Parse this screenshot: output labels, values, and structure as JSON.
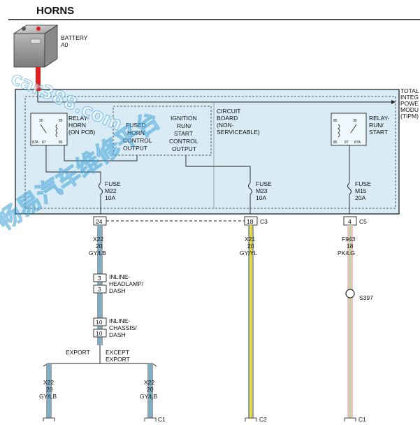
{
  "title": "HORNS",
  "battery": {
    "label": "BATTERY",
    "id": "A0"
  },
  "tipm": {
    "lines": [
      "TOTAL",
      "INTEG",
      "POWE",
      "MODU",
      "(TIPM)"
    ]
  },
  "relay_horn": {
    "label": [
      "RELAY-",
      "HORN",
      "(ON PCB)"
    ],
    "pins": [
      "30",
      "85",
      "87A",
      "87",
      "86"
    ]
  },
  "relay_run_start": {
    "label": [
      "RELAY-",
      "RUN/",
      "START"
    ],
    "pins": [
      "85",
      "30",
      "86",
      "87",
      "87A"
    ]
  },
  "fused_horn_output": [
    "FUSED",
    "HORN",
    "CONTROL",
    "OUTPUT"
  ],
  "ignition_output": [
    "IGNITION",
    "RUN/",
    "START",
    "CONTROL",
    "OUTPUT"
  ],
  "circuit_board": [
    "CIRCUIT",
    "BOARD",
    "(NON-",
    "SERVICEABLE)"
  ],
  "fuses": [
    {
      "label": "FUSE",
      "id": "M22",
      "rating": "10A"
    },
    {
      "label": "FUSE",
      "id": "M23",
      "rating": "10A"
    },
    {
      "label": "FUSE",
      "id": "M15",
      "rating": "20A"
    }
  ],
  "connectors": {
    "c3_pin24": "24",
    "c3_pin18": "18",
    "c3_name": "C3",
    "c5_pin": "4",
    "c5_name": "C5"
  },
  "wires": [
    {
      "circuit": "X22",
      "gauge": "20",
      "color": "GY/LB"
    },
    {
      "circuit": "X21",
      "gauge": "20",
      "color": "GY/YL"
    },
    {
      "circuit": "F943",
      "gauge": "18",
      "color": "PK/LG"
    }
  ],
  "inline_headlamp": {
    "pins": [
      "3",
      "3"
    ],
    "label": [
      "INLINE-",
      "HEADLAMP/",
      "DASH"
    ]
  },
  "inline_chassis": {
    "pins": [
      "10",
      "10"
    ],
    "label": [
      "INLINE-",
      "CHASSIS/",
      "DASH"
    ]
  },
  "splice": "S397",
  "branches": {
    "export": "EXPORT",
    "except_export": [
      "EXCEPT",
      "EXPORT"
    ]
  },
  "lower_wires": [
    {
      "circuit": "X22",
      "gauge": "20",
      "color": "GY/LB"
    },
    {
      "circuit": "X22",
      "gauge": "20",
      "color": "GY/LB"
    }
  ],
  "bottom_connectors": [
    "C1",
    "C2",
    "C1"
  ],
  "watermark": {
    "line1": "car388.com",
    "line2": "畅易汽车维修平台"
  },
  "colors": {
    "module_fill": "#d9ecf6",
    "wire_gy": "#9aa4a8",
    "wire_lb": "#6fb4d6",
    "wire_yl": "#f2e01a",
    "wire_pk": "#f2c1c9",
    "wire_lg": "#b8dca0",
    "battery_post": "#e02020",
    "watermark": "#3aa0d8"
  }
}
